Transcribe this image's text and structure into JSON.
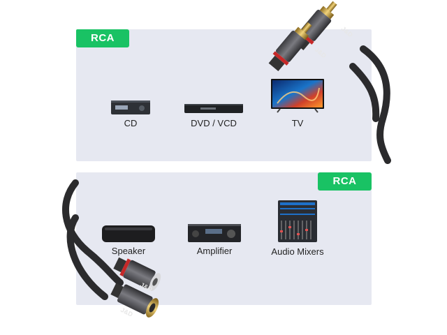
{
  "top_panel": {
    "badge": "RCA",
    "devices": [
      {
        "label": "CD",
        "icon": "cd-player-icon"
      },
      {
        "label": "DVD / VCD",
        "icon": "dvd-player-icon"
      },
      {
        "label": "TV",
        "icon": "tv-icon"
      }
    ]
  },
  "bottom_panel": {
    "badge": "RCA",
    "devices": [
      {
        "label": "Speaker",
        "icon": "speaker-icon"
      },
      {
        "label": "Amplifier",
        "icon": "amplifier-icon"
      },
      {
        "label": "Audio Mixers",
        "icon": "audio-mixer-icon"
      }
    ]
  },
  "connector_brand_text": "J&D",
  "colors": {
    "panel_bg": "#e6e8f1",
    "badge_green": "#19c264",
    "connector_metal": "#5e5e62",
    "gold": "#c9a340",
    "cable": "#2b2b2d"
  }
}
